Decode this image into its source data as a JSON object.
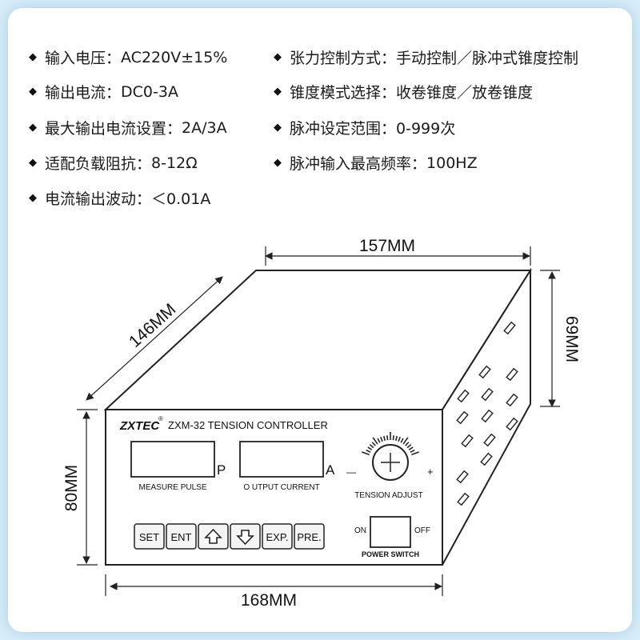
{
  "specs_left": [
    {
      "label": "输入电压：",
      "value": "AC220V±15%"
    },
    {
      "label": "输出电流：",
      "value": "DC0-3A"
    },
    {
      "label": "最大输出电流设置：",
      "value": "2A/3A"
    },
    {
      "label": "适配负载阻抗：",
      "value": "8-12Ω"
    },
    {
      "label": "电流输出波动：",
      "value": "＜0.01A"
    }
  ],
  "specs_right": [
    {
      "label": "张力控制方式：",
      "value": "手动控制／脉冲式锥度控制"
    },
    {
      "label": "锥度模式选择：",
      "value": "收卷锥度／放卷锥度"
    },
    {
      "label": "脉冲设定范围：",
      "value": "0-999次"
    },
    {
      "label": "脉冲输入最高频率：",
      "value": "100HZ"
    }
  ],
  "bullet": "◆",
  "dimensions": {
    "top": "157MM",
    "depth": "146MM",
    "side_height": "69MM",
    "front_height": "80MM",
    "front_width": "168MM"
  },
  "device": {
    "brand": "ZXTEC",
    "registered": "®",
    "model": "ZXM-32 TENSION CONTROLLER",
    "display1_unit": "P",
    "display1_label": "MEASURE PULSE",
    "display2_unit": "A",
    "display2_label": "O UTPUT CURRENT",
    "knob_label": "TENSION ADJUST",
    "knob_minus": "—",
    "knob_plus": "+",
    "buttons": [
      "SET",
      "ENT",
      "EXP.",
      "PRE."
    ],
    "switch_on": "ON",
    "switch_off": "OFF",
    "switch_label": "POWER SWITCH"
  },
  "colors": {
    "background": "#d6ecf8",
    "card": "#ffffff",
    "line": "#222222"
  }
}
